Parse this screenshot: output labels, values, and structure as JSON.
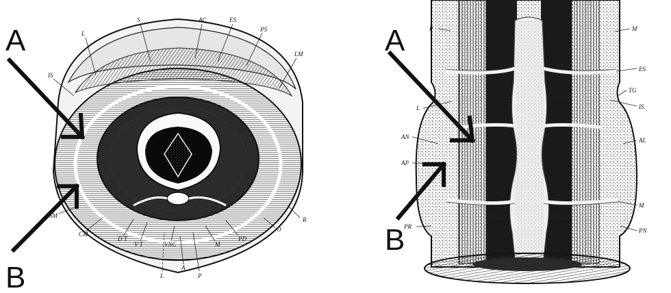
{
  "left_figure": {
    "callouts": {
      "a": "A",
      "b": "B"
    },
    "labels": {
      "l_top": "L",
      "s": "S",
      "ac": "AC",
      "es": "ES",
      "ps": "PS",
      "lm": "LM",
      "is": "IS",
      "r": "R",
      "o": "O",
      "sm": "SM",
      "cm": "CM",
      "dt": "D T",
      "vt": "V T",
      "vnc": "VNC",
      "m": "M",
      "pd": "PD",
      "l_bottom": "L",
      "a_small": "A",
      "p": "P"
    }
  },
  "right_figure": {
    "callouts": {
      "a": "A",
      "b": "B"
    },
    "labels": {
      "p_top": "P",
      "m_top": "M",
      "es": "ES",
      "tg": "TG",
      "is": "IS",
      "l": "L",
      "an": "AN",
      "al": "AL",
      "ap": "AP",
      "m_mid": "M",
      "pr": "PR",
      "pn": "PN"
    }
  }
}
